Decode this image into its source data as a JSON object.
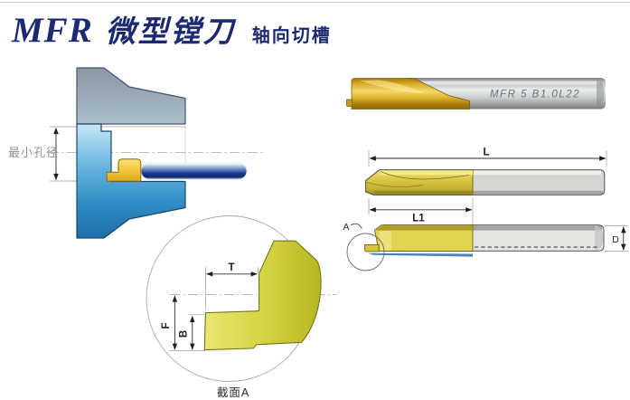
{
  "title": {
    "model": "MFR",
    "product": "微型镗刀",
    "subtitle": "轴向切槽",
    "color": "#1c2a72"
  },
  "tool_photo": {
    "engraving": "MFR 5 B1.0L22",
    "gold_color": "#d9a520",
    "shank_color": "#c3c7c8"
  },
  "bore_diagram": {
    "min_bore_label": "最小孔径",
    "workpiece_top_color": "#93a2ae",
    "workpiece_bottom_color": "#2e8ec8",
    "tool_head_color": "#f0c63c",
    "shaft_color": "#16307e"
  },
  "dimension_drawings": {
    "overall_length_label": "L",
    "head_length_label": "L1",
    "shank_diameter_label": "D",
    "detail_callout_label": "A",
    "coating_yellow": "#d6c83e",
    "steel_gray": "#d4d6d2"
  },
  "section_detail": {
    "caption": "截面A",
    "groove_width_label": "T",
    "depth_label": "F",
    "edge_width_label": "B",
    "insert_color": "#d8d848"
  }
}
